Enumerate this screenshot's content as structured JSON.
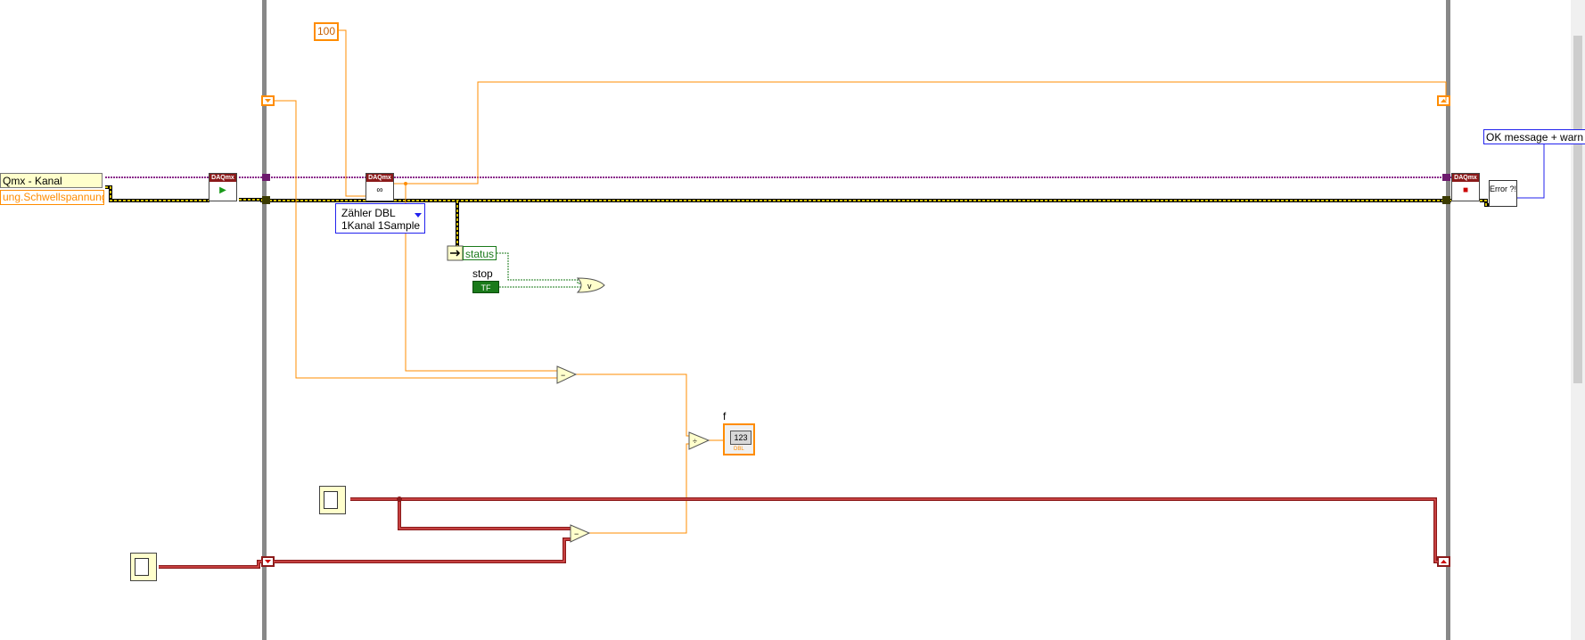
{
  "constants": {
    "wait_ms": "100"
  },
  "controls": {
    "channel_line1": "Qmx - Kanal",
    "channel_line2": "ung.Schwellspannung",
    "polymorphic_selector": {
      "line1": "Zähler DBL",
      "line2": "1Kanal 1Sample"
    }
  },
  "indicators": {
    "status_label": "status",
    "stop_label": "stop",
    "stop_value": "TF",
    "f_label": "f",
    "f_display": "123",
    "f_type": "DBL"
  },
  "nodes": {
    "daqmx_header": "DAQmx",
    "error_vi": "Error ?!",
    "error_message_label": "OK message + warn"
  },
  "colors": {
    "canvas": "#ffffff",
    "frame_border": "#999999",
    "numeric_wire": "#ff8c00",
    "task_wire": "#8b2a8b",
    "error_wire": "#d4c000",
    "timestamp_wire": "#cc0000",
    "boolean_wire": "#1a7a1a"
  }
}
